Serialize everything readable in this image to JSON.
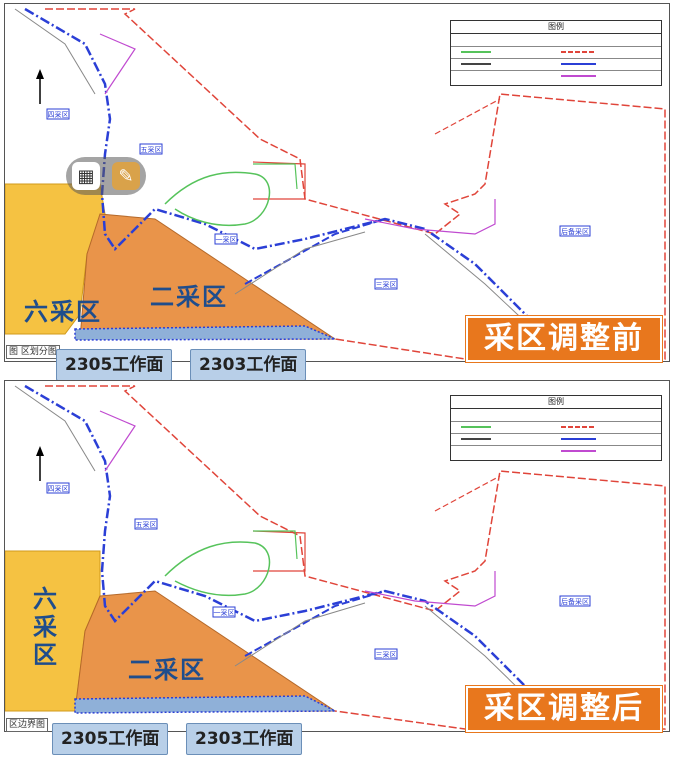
{
  "colors": {
    "zone_six": "#f5c242",
    "zone_two": "#e9944a",
    "boundary_red": "#e0453a",
    "rail_blue": "#2b3fd6",
    "road_green": "#56c35b",
    "road_purple": "#c04ad0",
    "banner_orange": "#e8771d",
    "face_label_bg": "#b8cfe8"
  },
  "panels": [
    {
      "banner": "采区调整前",
      "zone_six_label": "六采区",
      "zone_two_label": "二采区",
      "face_labels": [
        "2305工作面",
        "2303工作面"
      ],
      "side_tag": "图 区划分图",
      "map_labels": [
        "四采区",
        "五采区",
        "一采区",
        "三采区",
        "后备采区"
      ],
      "legend_title": "图例"
    },
    {
      "banner": "采区调整后",
      "zone_six_label": "六采区",
      "zone_two_label": "二采区",
      "face_labels": [
        "2305工作面",
        "2303工作面"
      ],
      "side_tag": "区边界图",
      "map_labels": [
        "四采区",
        "五采区",
        "一采区",
        "三采区",
        "后备采区"
      ],
      "legend_title": "图例"
    }
  ],
  "icons": {
    "qr": "qr-code-icon",
    "note": "note-icon"
  }
}
